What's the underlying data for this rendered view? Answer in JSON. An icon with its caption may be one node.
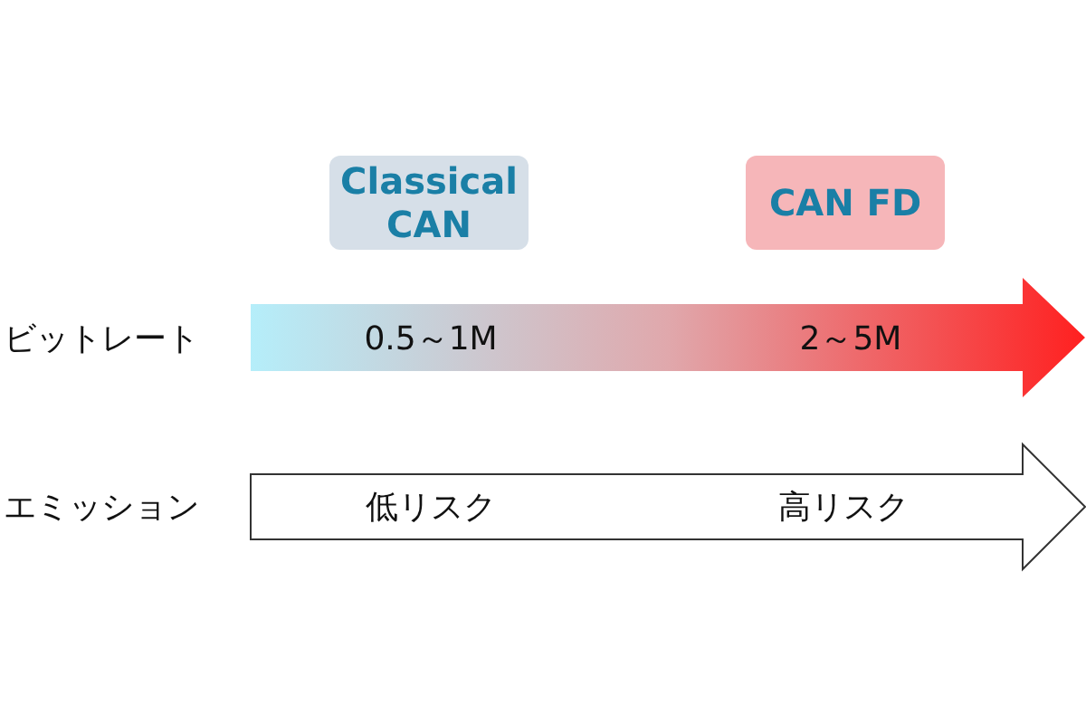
{
  "diagram": {
    "nodes": [
      {
        "text": [
          "Classical CAN"
        ]
      },
      {
        "text": [
          "CAN FD"
        ]
      },
      {
        "text": [
          "0.5～1M",
          "2～5M"
        ],
        "beside": [
          "ビットレート"
        ]
      },
      {
        "text": [
          "低リスク",
          "高リスク"
        ],
        "beside": [
          "エミッション"
        ]
      }
    ]
  }
}
